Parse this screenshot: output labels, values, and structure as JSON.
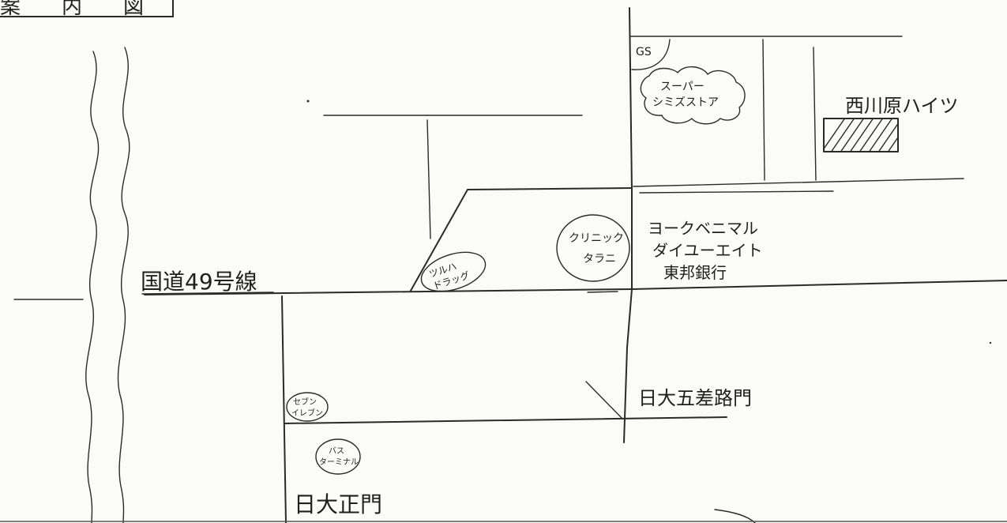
{
  "title": "案内図",
  "labels": {
    "route": "国道49号線",
    "gs": "GS",
    "super_line1": "スーパー",
    "super_line2": "シミズストア",
    "heights": "西川原ハイツ",
    "clinic_line1": "クリニック",
    "clinic_line2": "タラニ",
    "tsuruha_line1": "ツルハ",
    "tsuruha_line2": "ドラッグ",
    "york": "ヨークベニマル",
    "daiei": "ダイユーエイト",
    "bank": "東邦銀行",
    "gate_gosaro": "日大五差路門",
    "seven_line1": "セブン",
    "seven_line2": "イレブン",
    "bus_line1": "バス",
    "bus_line2": "ターミナル",
    "gate_main": "日大正門"
  }
}
